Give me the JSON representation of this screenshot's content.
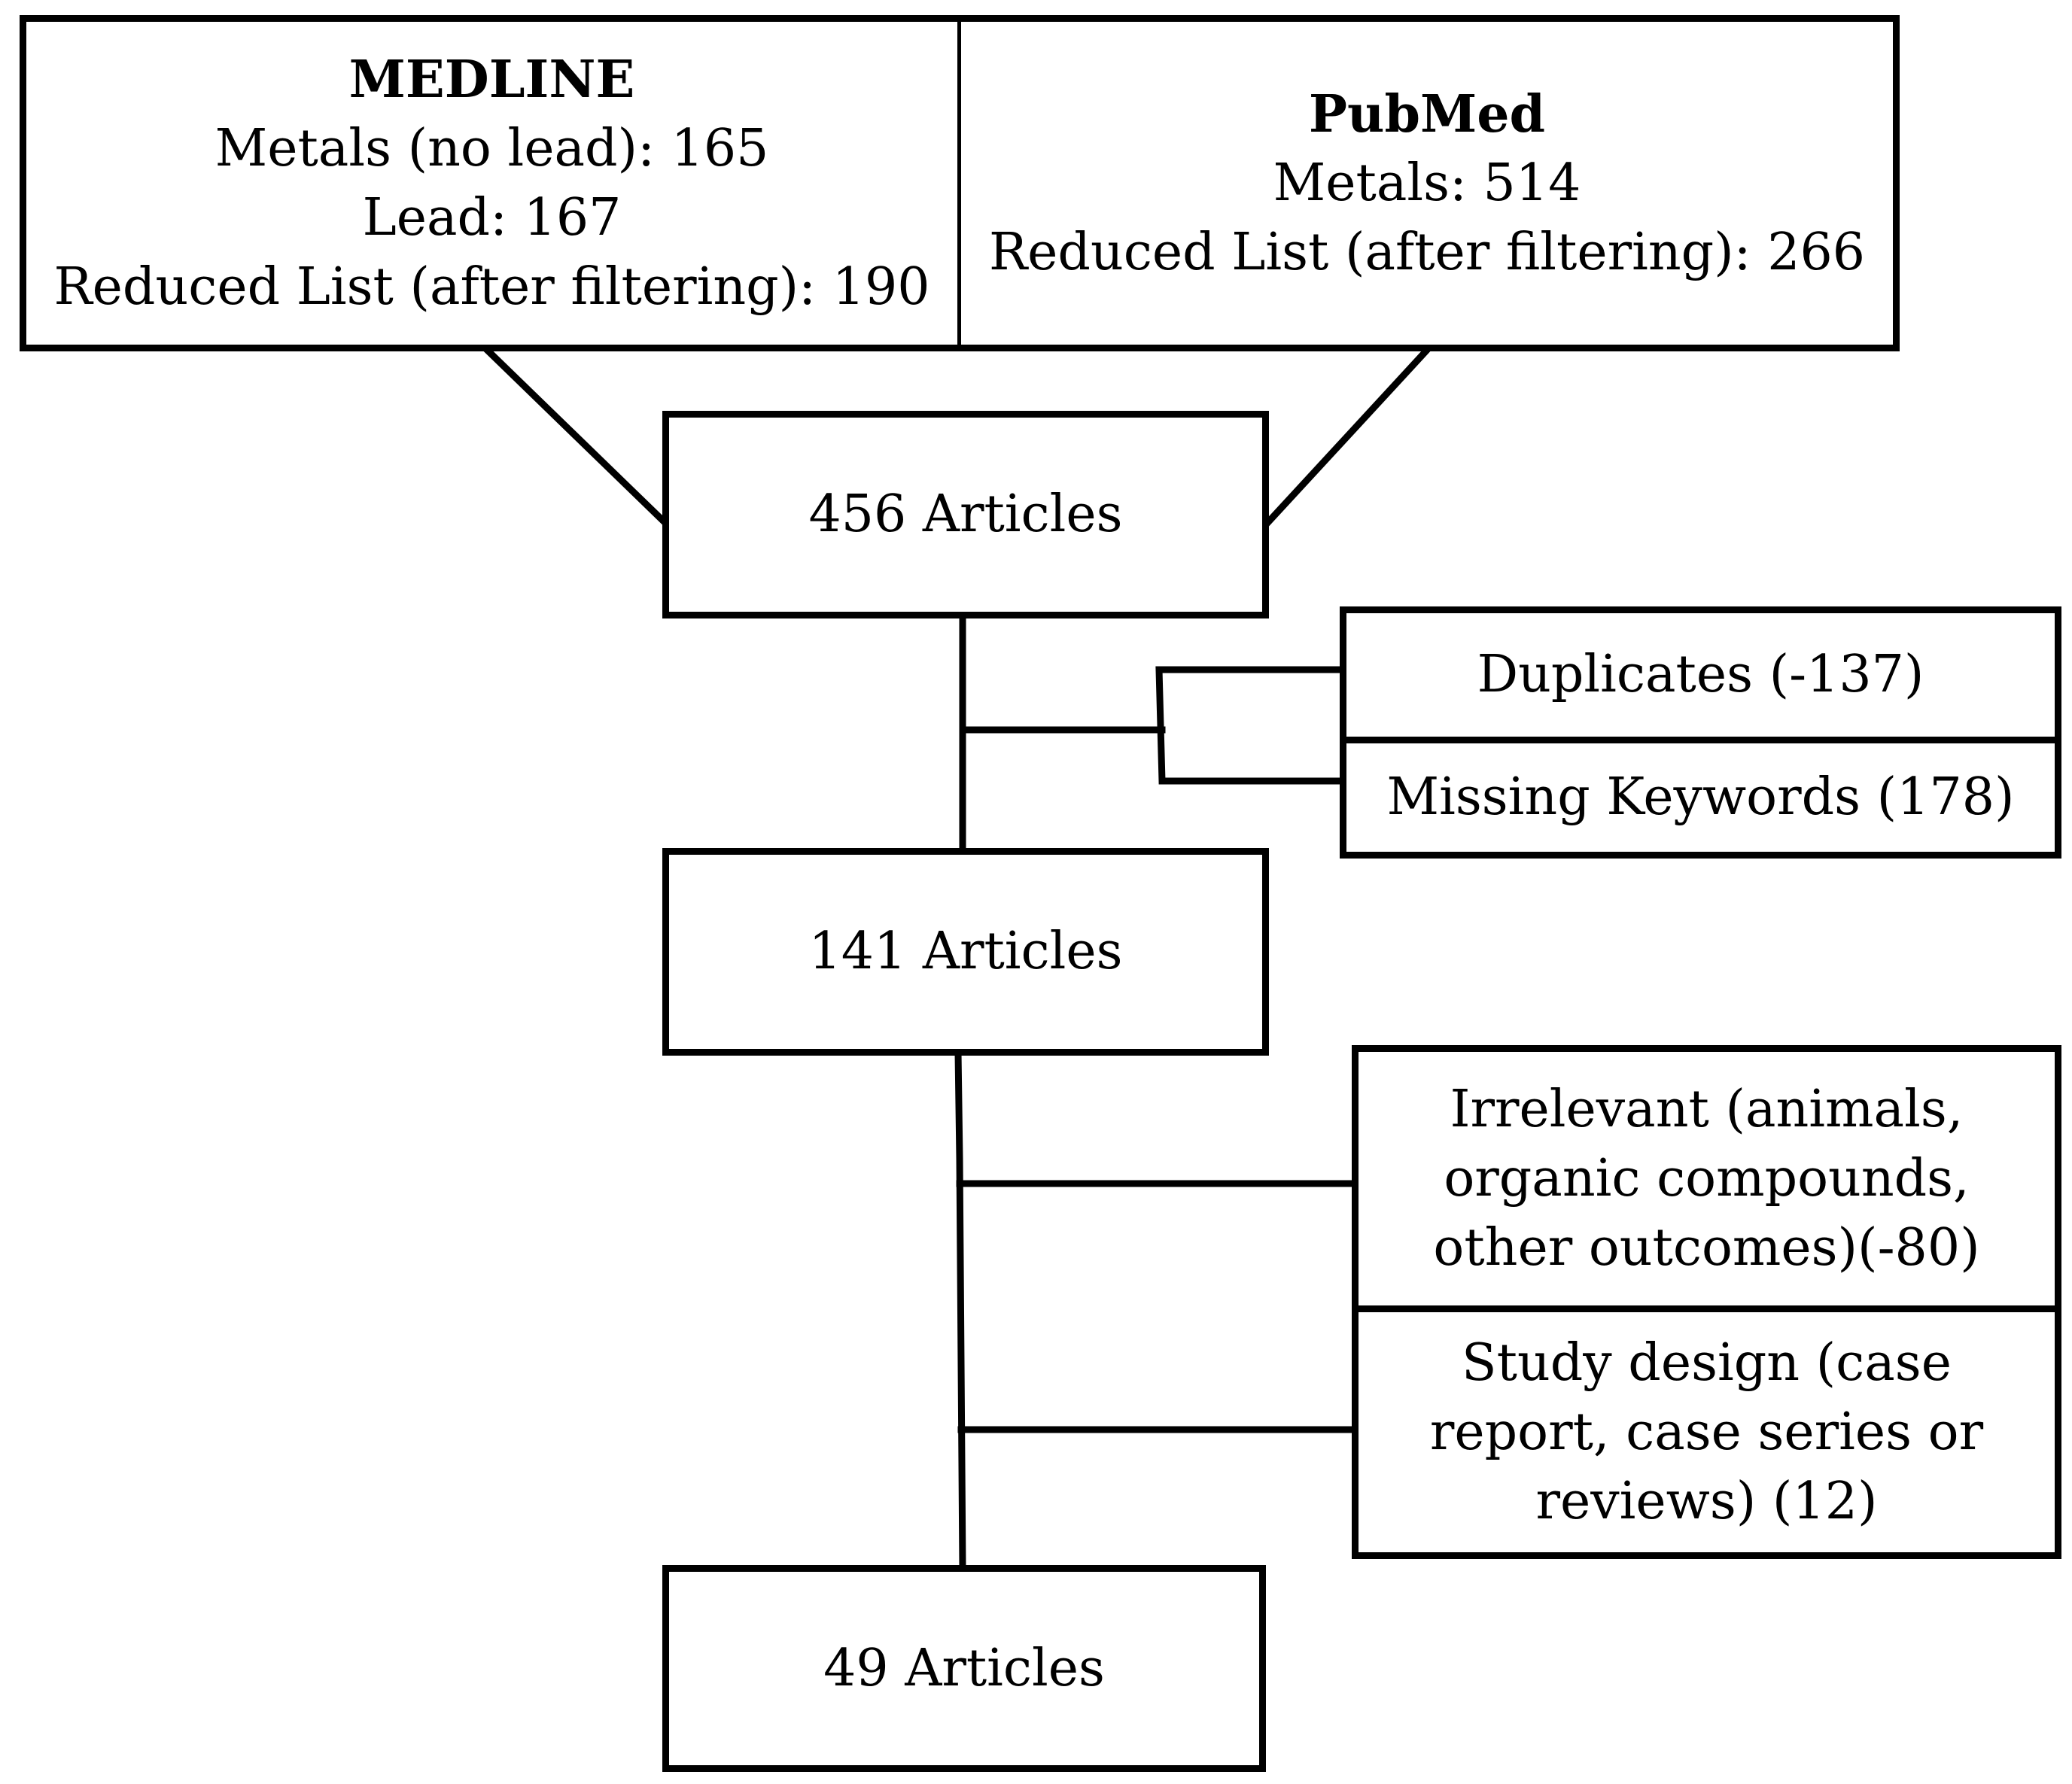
{
  "sources": {
    "medline": {
      "title": "MEDLINE",
      "lines": [
        "Metals (no lead): 165",
        "Lead: 167",
        "Reduced List (after filtering): 190"
      ]
    },
    "pubmed": {
      "title": "PubMed",
      "lines": [
        "Metals: 514",
        "Reduced List (after filtering): 266"
      ]
    }
  },
  "stages": [
    {
      "label": "456 Articles"
    },
    {
      "label": "141 Articles"
    },
    {
      "label": "49 Articles"
    }
  ],
  "exclusions_1": [
    {
      "lines": [
        "Duplicates (-137)"
      ]
    },
    {
      "lines": [
        "Missing Keywords (178)"
      ]
    }
  ],
  "exclusions_2": [
    {
      "lines": [
        "Irrelevant (animals,",
        "organic compounds,",
        "other outcomes)(-80)"
      ]
    },
    {
      "lines": [
        "Study design (case",
        "report, case series or",
        "reviews) (12)"
      ]
    }
  ]
}
